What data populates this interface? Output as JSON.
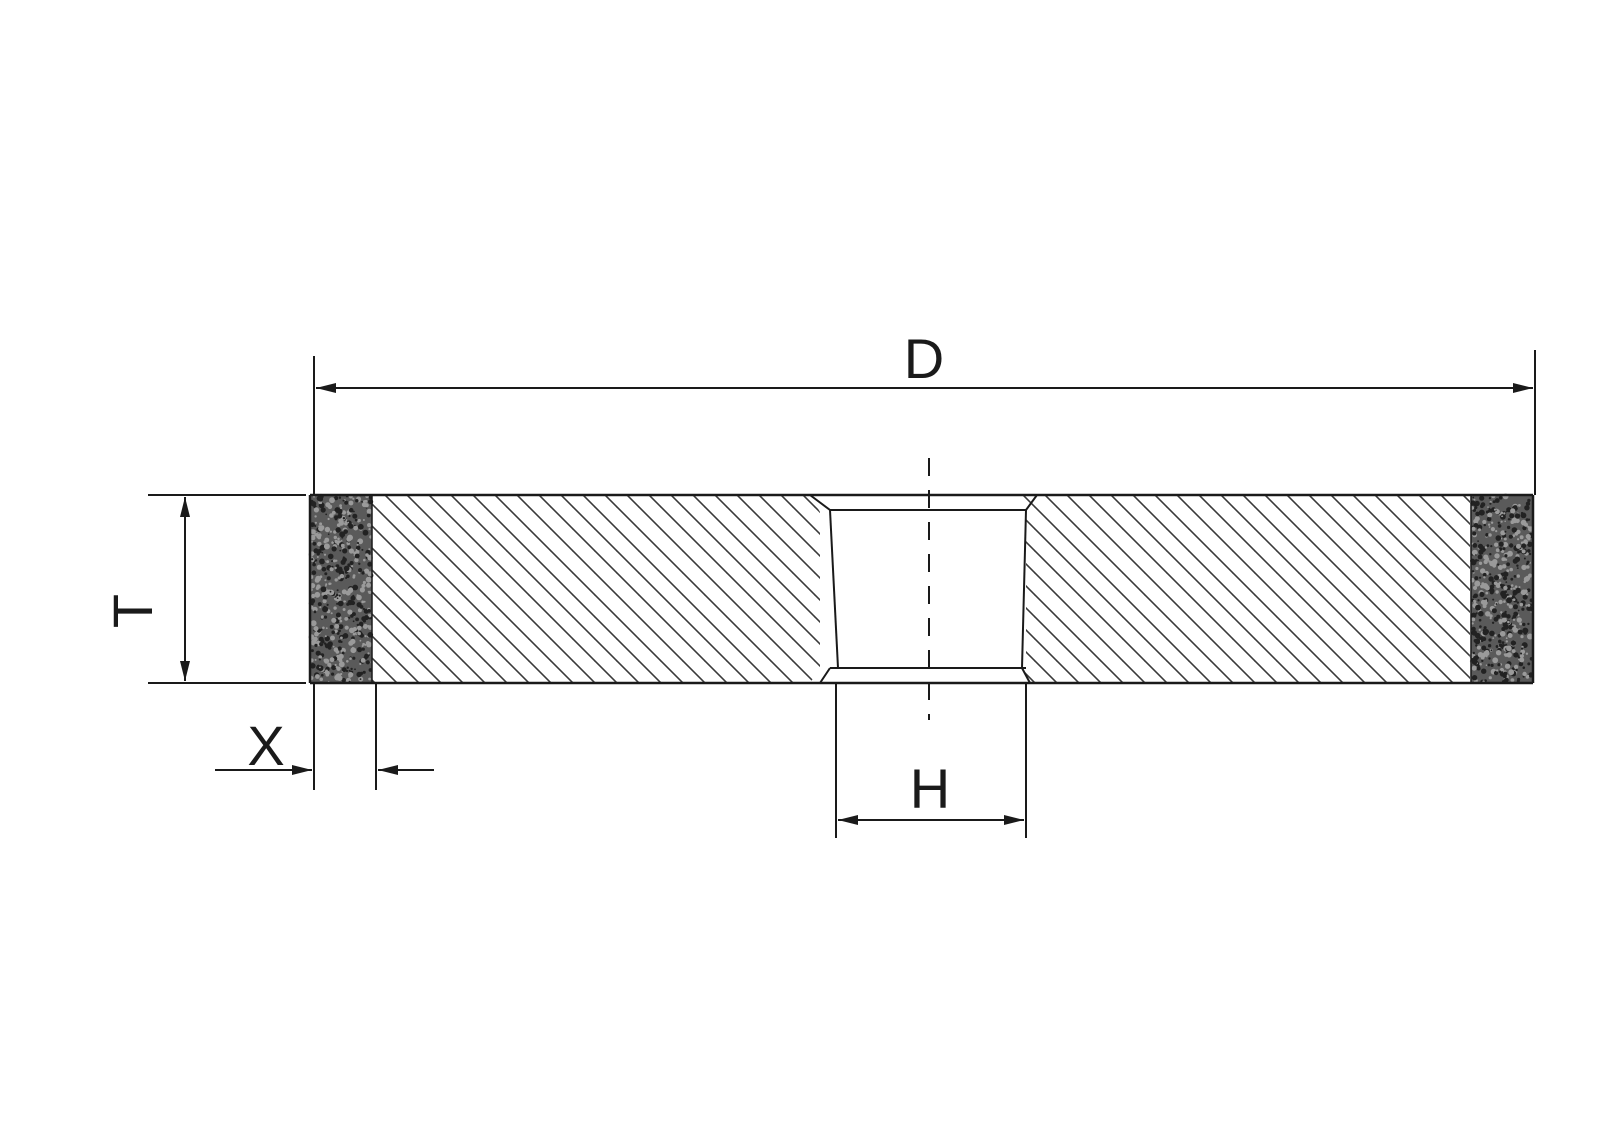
{
  "labels": {
    "diameter": "D",
    "thickness": "T",
    "hole": "H",
    "abrasive_width": "X"
  },
  "colors": {
    "line": "#1a1a1a",
    "hatch": "#3a3a3a",
    "abrasive_dark": "#222222",
    "abrasive_light": "#9a9a9a",
    "background": "#ffffff"
  }
}
